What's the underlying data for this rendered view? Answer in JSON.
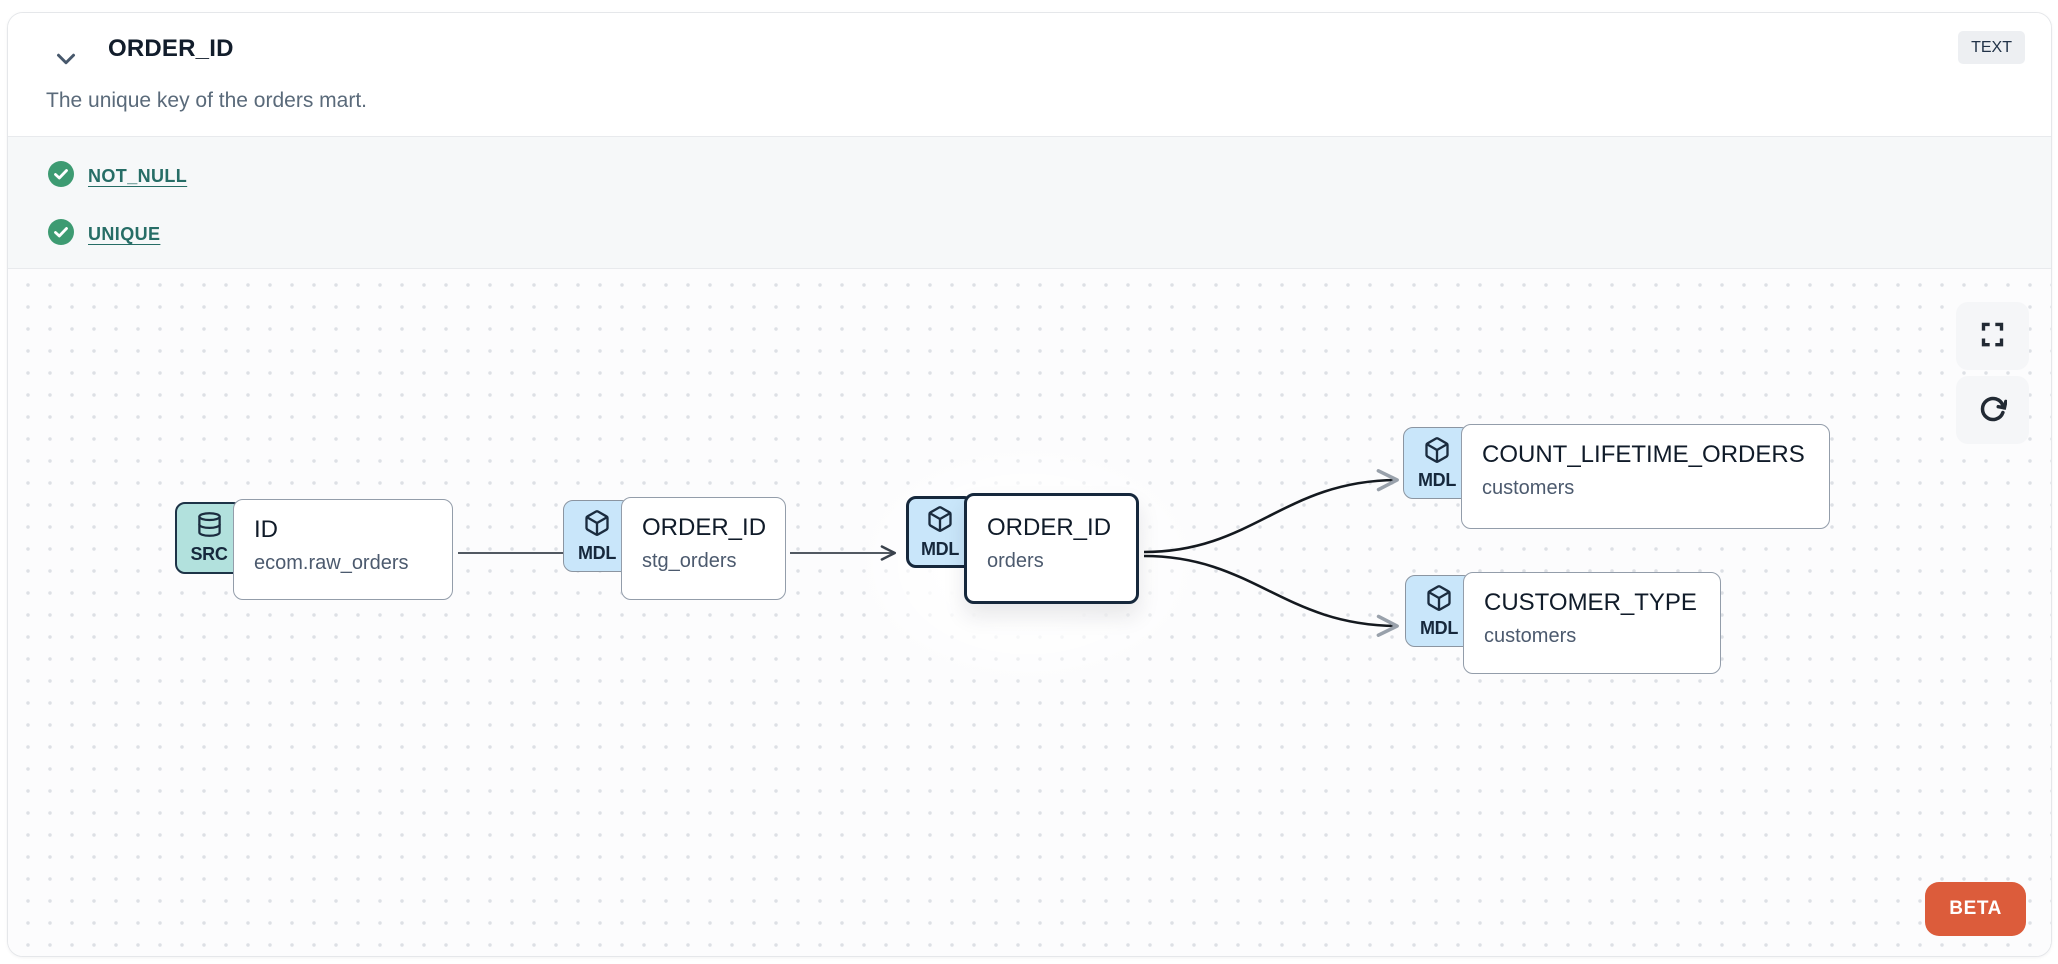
{
  "header": {
    "title": "ORDER_ID",
    "type_badge": "TEXT",
    "description": "The unique key of the orders mart."
  },
  "tests": [
    {
      "name": "NOT_NULL",
      "status": "pass"
    },
    {
      "name": "UNIQUE",
      "status": "pass"
    }
  ],
  "lineage": {
    "nodes": [
      {
        "badge": "SRC",
        "icon": "database-icon",
        "title": "ID",
        "subtitle": "ecom.raw_orders",
        "selected": false
      },
      {
        "badge": "MDL",
        "icon": "cube-icon",
        "title": "ORDER_ID",
        "subtitle": "stg_orders",
        "selected": false
      },
      {
        "badge": "MDL",
        "icon": "cube-icon",
        "title": "ORDER_ID",
        "subtitle": "orders",
        "selected": true
      },
      {
        "badge": "MDL",
        "icon": "cube-icon",
        "title": "COUNT_LIFETIME_ORDERS",
        "subtitle": "customers",
        "selected": false
      },
      {
        "badge": "MDL",
        "icon": "cube-icon",
        "title": "CUSTOMER_TYPE",
        "subtitle": "customers",
        "selected": false
      }
    ],
    "edges": [
      {
        "from": 0,
        "to": 1
      },
      {
        "from": 1,
        "to": 2
      },
      {
        "from": 2,
        "to": 3
      },
      {
        "from": 2,
        "to": 4
      }
    ],
    "beta_label": "BETA"
  },
  "colors": {
    "beta_orange": "#dc5c3b",
    "check_green": "#3d9b72",
    "test_link_teal": "#266d66",
    "src_badge_teal": "#b2e1dd",
    "mdl_badge_blue": "#c9e6fa",
    "dark_navy": "#16283c"
  }
}
